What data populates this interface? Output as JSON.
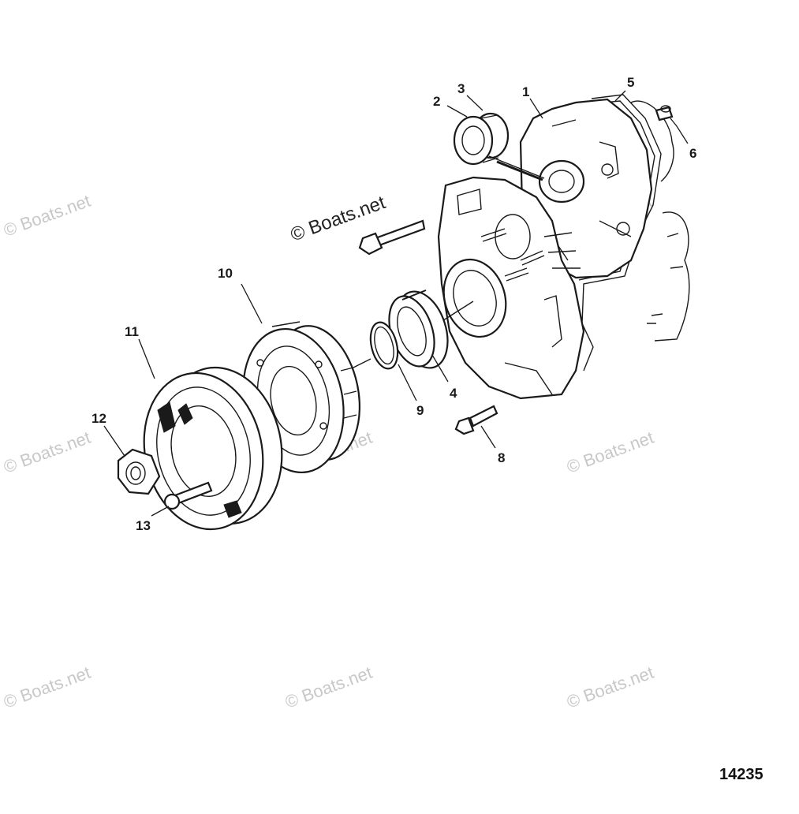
{
  "watermark": "© Boats.net",
  "figure_number": "14235",
  "callouts": [
    "1",
    "2",
    "3",
    "4",
    "5",
    "6",
    "8",
    "9",
    "10",
    "11",
    "12",
    "13"
  ],
  "colors": {
    "ink": "#1a1a1a",
    "watermark": "#c8c8c8",
    "background": "#ffffff"
  }
}
